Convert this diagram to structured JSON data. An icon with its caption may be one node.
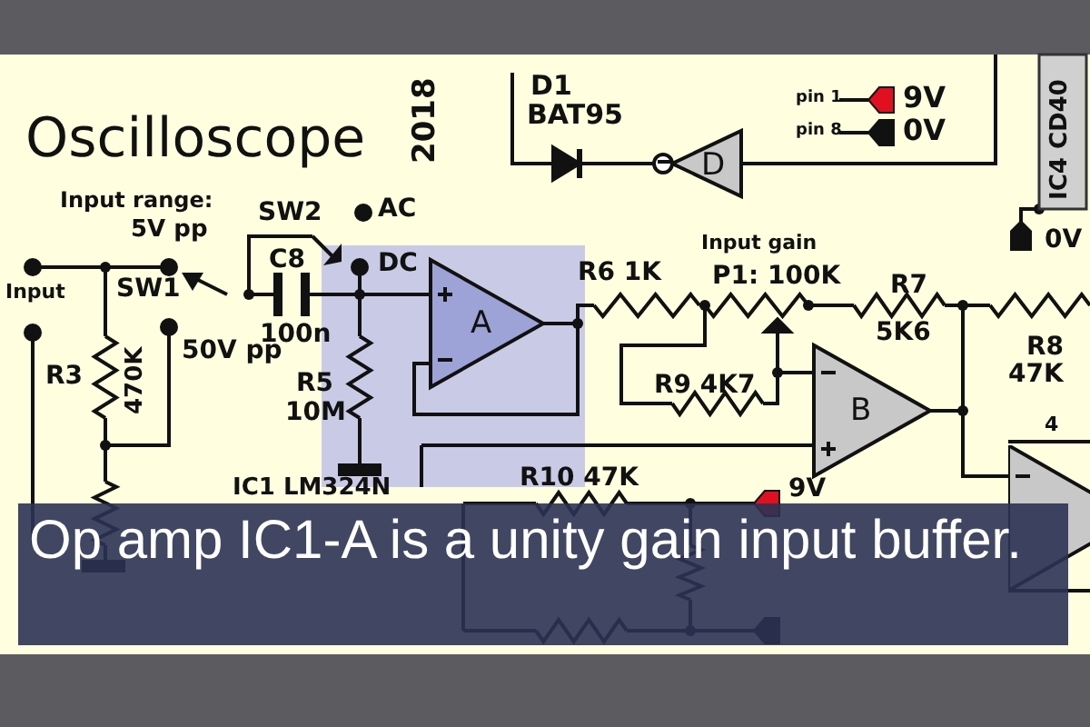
{
  "diagram": {
    "title": "Oscilloscope",
    "caption": "Op amp IC1-A is a unity gain input buffer.",
    "nodes": [
      {
        "text": [
          "A"
        ]
      },
      {
        "text": [
          "B"
        ]
      },
      {
        "text": [],
        "shape": "triangle"
      },
      {
        "text": [
          "D"
        ]
      },
      {
        "text": [
          "IC4 CD40"
        ]
      }
    ],
    "labels": [
      "2018",
      "D1",
      "BAT95",
      "pin 1",
      "9V",
      "pin 8",
      "0V",
      "Input range:",
      "5V pp",
      "SW2",
      "AC",
      "DC",
      "C8",
      "Input gain",
      "R6  1K",
      "P1: 100K",
      "R7",
      "0V",
      "Input",
      "SW1",
      "100n",
      "R8",
      "5K6",
      "50V pp",
      "47K",
      "R3",
      "470K",
      "R9  4K7",
      "R5",
      "10M",
      "R10  47K",
      "IC1 LM324N",
      "9V",
      "4"
    ]
  }
}
